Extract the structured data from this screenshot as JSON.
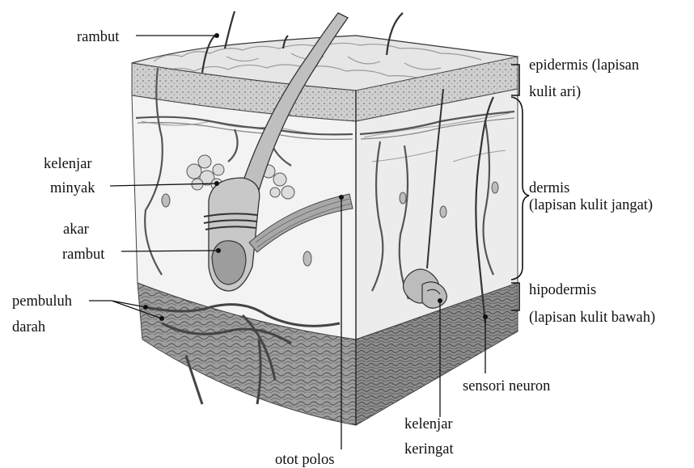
{
  "labels": {
    "rambut": "rambut",
    "kelenjar_minyak_1": "kelenjar",
    "kelenjar_minyak_2": "minyak",
    "akar_rambut_1": "akar",
    "akar_rambut_2": "rambut",
    "pembuluh_darah_1": "pembuluh",
    "pembuluh_darah_2": "darah",
    "otot_polos": "otot polos",
    "kelenjar_keringat_1": "kelenjar",
    "kelenjar_keringat_2": "keringat",
    "sensori_neuron": "sensori neuron",
    "epidermis_1": "epidermis (lapisan",
    "epidermis_2": "kulit ari)",
    "dermis_1": "dermis",
    "dermis_2": "(lapisan kulit jangat)",
    "hipodermis_1": "hipodermis",
    "hipodermis_2": "(lapisan kulit bawah)"
  },
  "colors": {
    "ink": "#111111",
    "skin_light": "#f1f1f1",
    "skin_mid": "#d9d9d9",
    "skin_dark": "#9a9a9a",
    "tissue_texture": "#7a7a7a"
  }
}
